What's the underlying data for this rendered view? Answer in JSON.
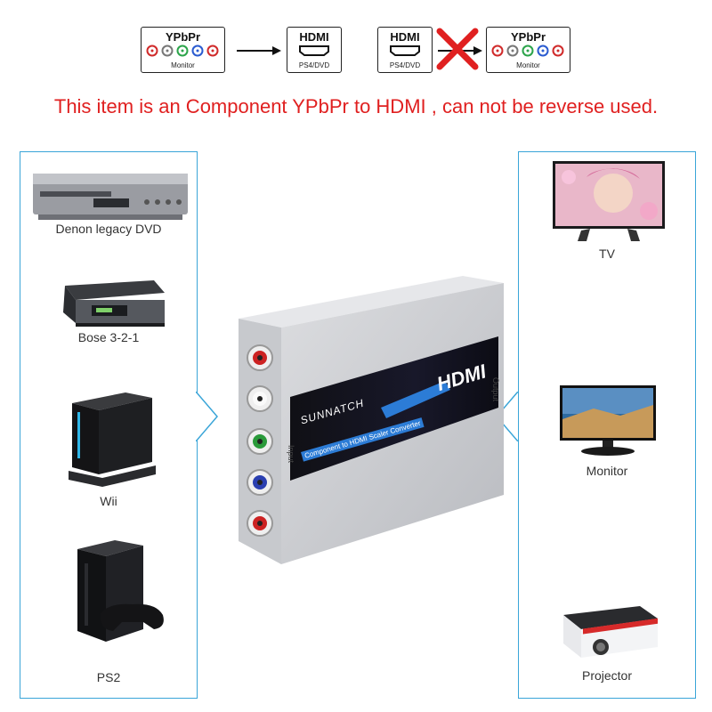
{
  "diagram": {
    "ypbpr_title": "YPbPr",
    "ypbpr_sub": "Monitor",
    "hdmi_title": "HDMI",
    "hdmi_sub": "PS4/DVD",
    "ok_color": "#000000",
    "cross_color": "#e02020",
    "icons": [
      "rca-connector-icon",
      "hdmi-port-icon",
      "right-arrow-icon",
      "red-cross-icon"
    ]
  },
  "notice": "This item is an Component YPbPr to HDMI , can not be reverse used.",
  "colors": {
    "accent": "#3aa5d8",
    "notice": "#e02020"
  },
  "inputs": [
    {
      "label": "Denon legacy  DVD"
    },
    {
      "label": "Bose 3-2-1"
    },
    {
      "label": "Wii"
    },
    {
      "label": "PS2"
    }
  ],
  "outputs": [
    {
      "label": "TV"
    },
    {
      "label": "Monitor"
    },
    {
      "label": "Projector"
    }
  ],
  "converter": {
    "brand": "SUNNATCH",
    "product": "Component to HDMI Scaler Converter",
    "hdmi_logo": "HDMI",
    "input_label": "Input",
    "output_label": "Output"
  }
}
